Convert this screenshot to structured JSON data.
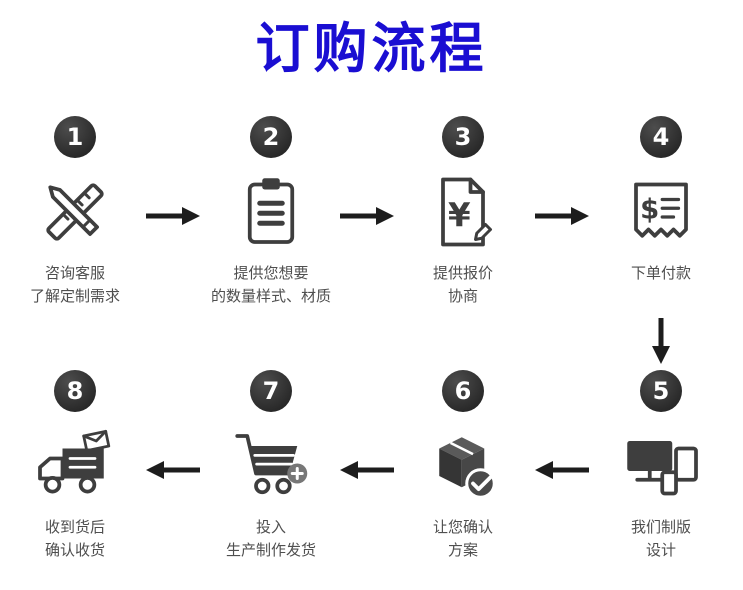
{
  "title": "订购流程",
  "accent_color": "#1a0ed2",
  "number_badge_color": "#2b2b2b",
  "arrow_color": "#1d1d1d",
  "icon_color": "#3e3e3e",
  "steps": [
    {
      "number": "1",
      "label": "咨询客服\n了解定制需求",
      "icon": "pen-ruler-icon"
    },
    {
      "number": "2",
      "label": "提供您想要\n的数量样式、材质",
      "icon": "clipboard-icon"
    },
    {
      "number": "3",
      "label": "提供报价\n协商",
      "icon": "price-quote-document-icon"
    },
    {
      "number": "4",
      "label": "下单付款",
      "icon": "payment-receipt-icon"
    },
    {
      "number": "5",
      "label": "我们制版\n设计",
      "icon": "design-devices-icon"
    },
    {
      "number": "6",
      "label": "让您确认\n方案",
      "icon": "package-confirm-icon"
    },
    {
      "number": "7",
      "label": "投入\n生产制作发货",
      "icon": "production-cart-icon"
    },
    {
      "number": "8",
      "label": "收到货后\n确认收货",
      "icon": "delivery-truck-icon"
    }
  ]
}
